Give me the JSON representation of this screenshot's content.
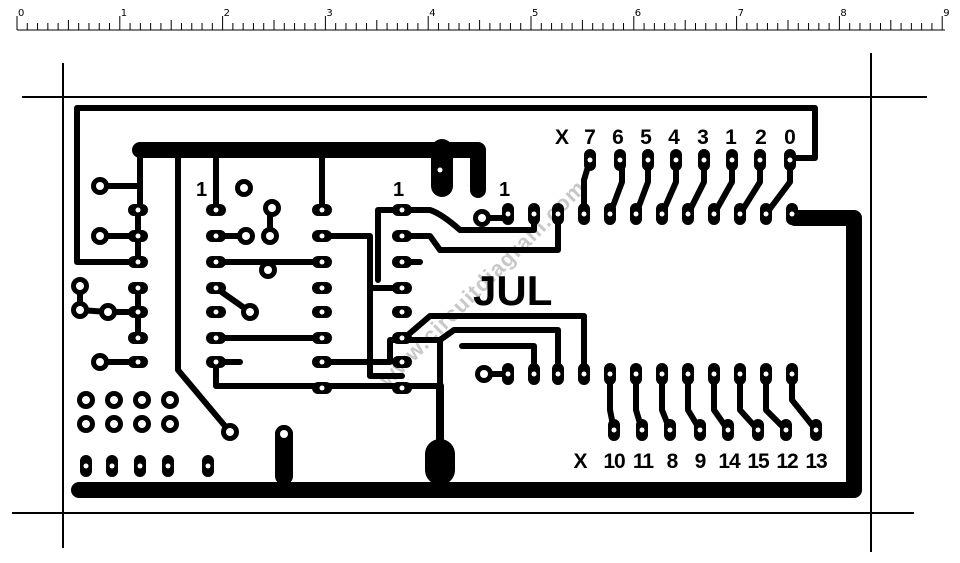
{
  "ruler": {
    "numbers": [
      "0",
      "1",
      "2",
      "3",
      "4",
      "5",
      "6",
      "7",
      "8",
      "9"
    ]
  },
  "board": {
    "title": "JUL",
    "watermark": "www.circuitdiagram.com"
  },
  "top_connector": {
    "labels": [
      "X",
      "7",
      "6",
      "5",
      "4",
      "3",
      "1",
      "2",
      "0"
    ]
  },
  "bottom_connector": {
    "labels": [
      "X",
      "10",
      "11",
      "8",
      "9",
      "14",
      "15",
      "12",
      "13"
    ]
  },
  "pin1_markers": [
    "1",
    "1",
    "1"
  ],
  "colors": {
    "copper": "#000000",
    "background": "#ffffff",
    "watermark": "#c8c8c8"
  }
}
